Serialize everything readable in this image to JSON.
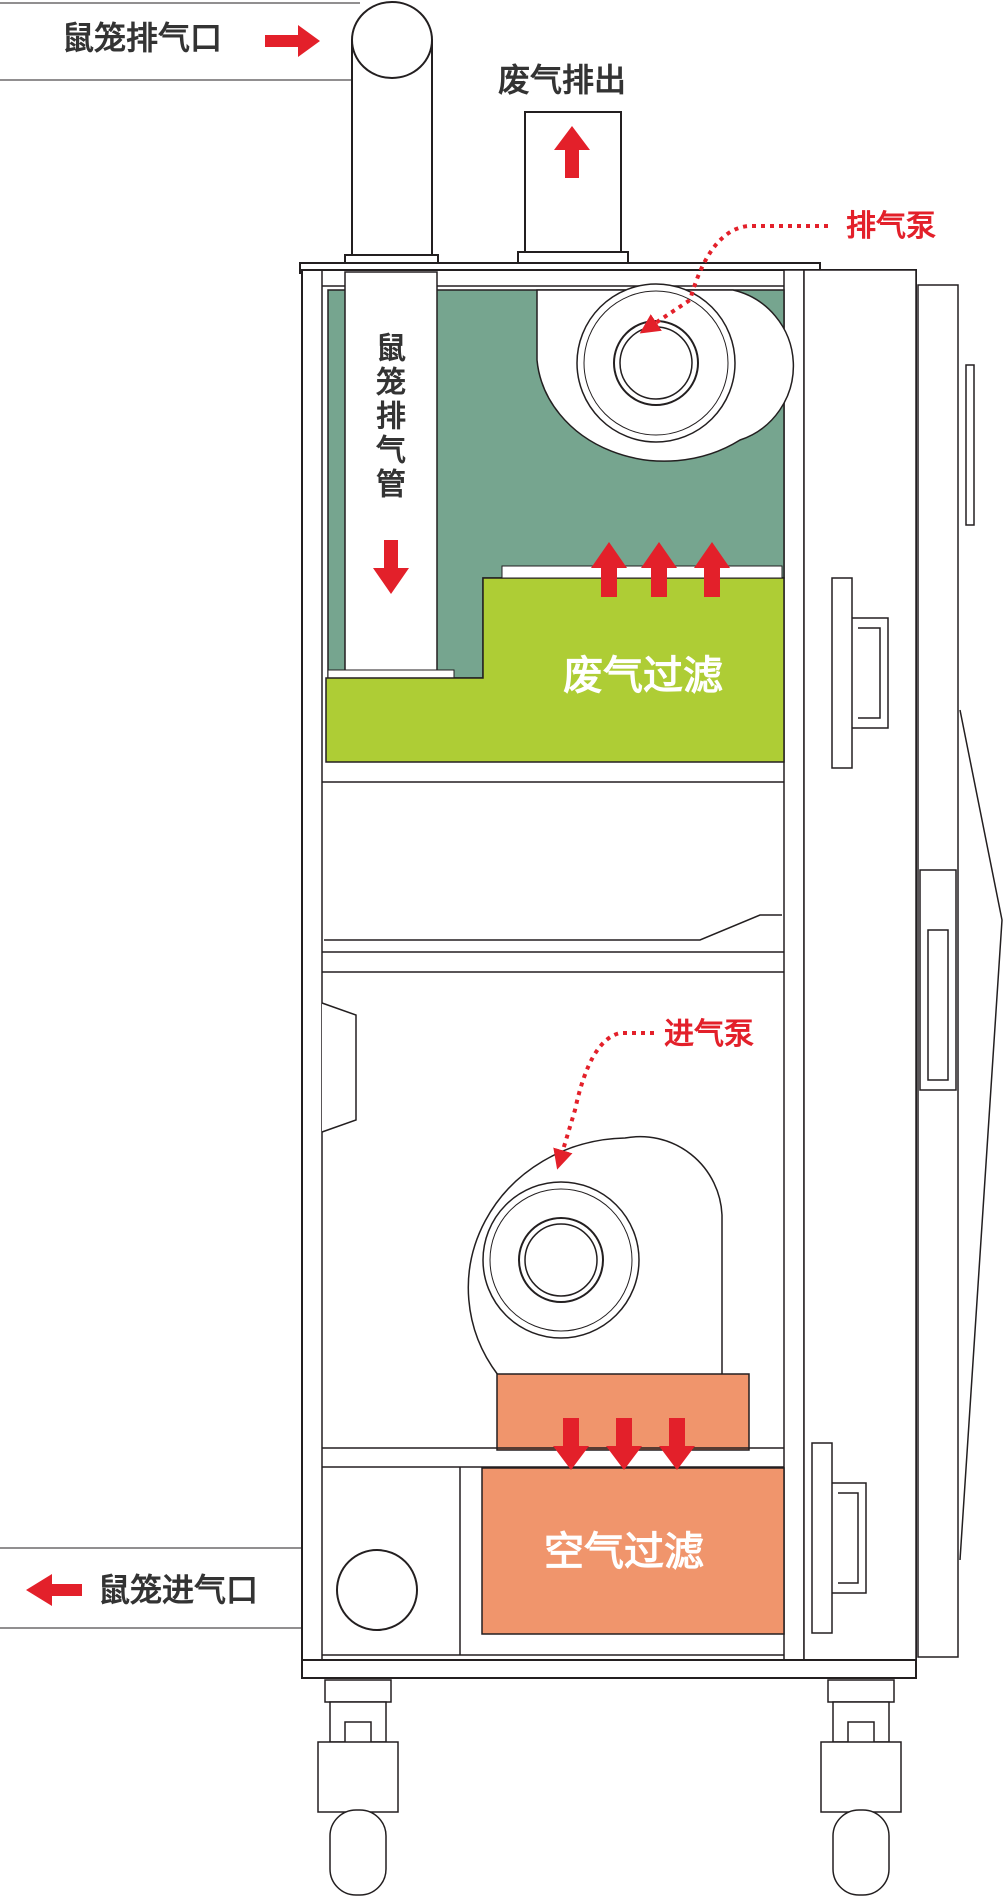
{
  "labels": {
    "cage_exhaust_port": "鼠笼排气口",
    "exhaust_out": "废气排出",
    "exhaust_pump": "排气泵",
    "cage_exhaust_pipe": "鼠笼排气管",
    "exhaust_filter": "废气过滤",
    "intake_pump": "进气泵",
    "air_filter": "空气过滤",
    "cage_intake_port": "鼠笼进气口"
  },
  "colors": {
    "exhaust_chamber": "#76a58f",
    "exhaust_filter": "#aecd35",
    "air_filter": "#f0956c",
    "arrow_red": "#e3202a",
    "outline": "#231f20"
  }
}
